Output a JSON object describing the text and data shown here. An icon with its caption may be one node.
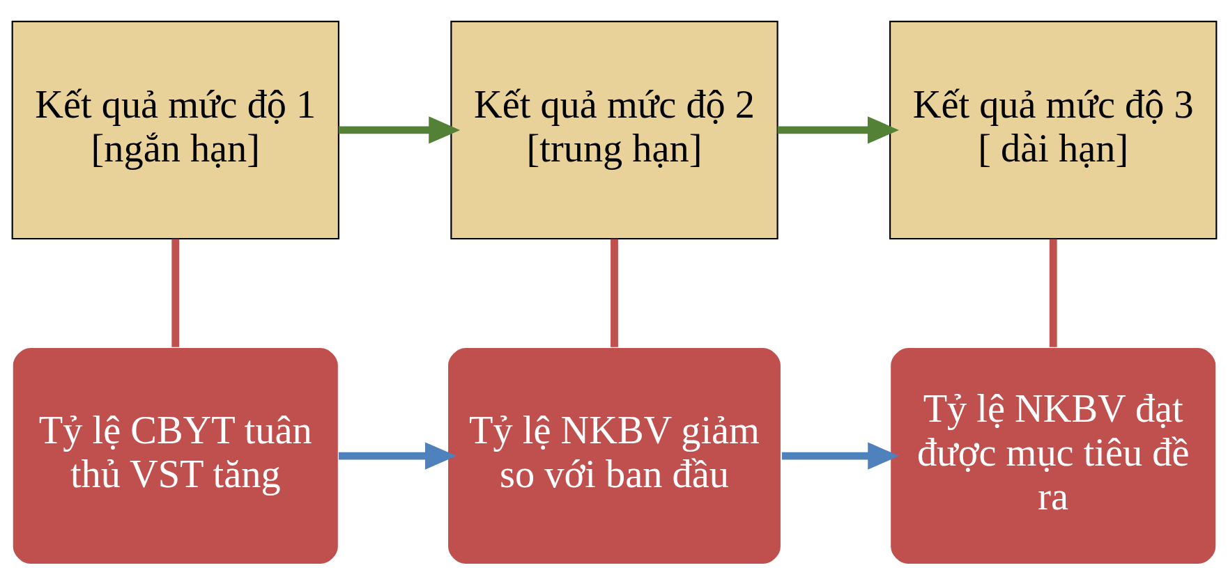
{
  "diagram": {
    "nodes": [
      {
        "text": [
          "Kết quả mức độ 1 [ngắn hạn]"
        ]
      },
      {
        "text": [
          "Kết quả mức độ 2 [trung hạn]"
        ]
      },
      {
        "text": [
          "Kết quả mức độ 3 [ dài hạn]"
        ]
      },
      {
        "text": [
          "Tỷ lệ CBYT tuân thủ VST tăng"
        ]
      },
      {
        "text": [
          "Tỷ lệ NKBV giảm so với ban đầu"
        ]
      },
      {
        "text": [
          "Tỷ lệ NKBV đạt được mục tiêu đề ra"
        ]
      }
    ],
    "edges": [
      {
        "from": 0,
        "to": 1,
        "arrow": "to",
        "color": "#538135"
      },
      {
        "from": 1,
        "to": 2,
        "arrow": "to",
        "color": "#538135"
      },
      {
        "from": 3,
        "to": 0,
        "arrow": "none",
        "color": "#c0504d"
      },
      {
        "from": 4,
        "to": 1,
        "arrow": "none",
        "color": "#c0504d"
      },
      {
        "from": 5,
        "to": 2,
        "arrow": "none",
        "color": "#c0504d"
      },
      {
        "from": 3,
        "to": 4,
        "arrow": "to",
        "color": "#4f81bd"
      },
      {
        "from": 4,
        "to": 5,
        "arrow": "to",
        "color": "#4f81bd"
      }
    ]
  }
}
